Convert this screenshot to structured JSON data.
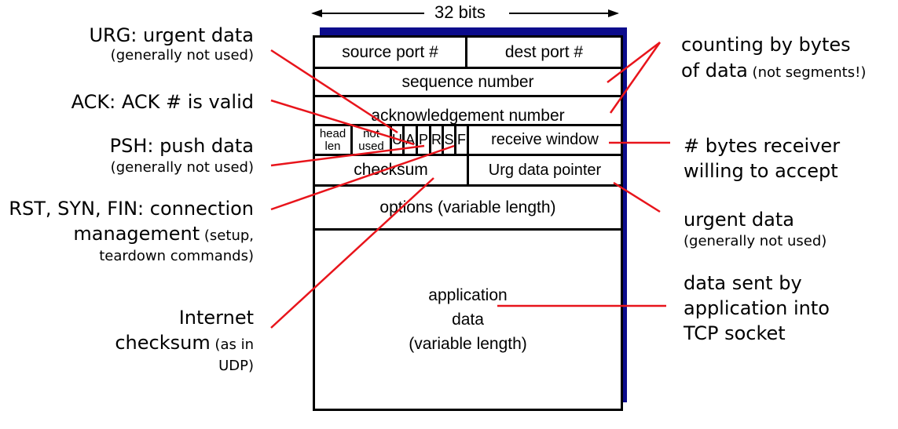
{
  "header": {
    "width_label": "32 bits"
  },
  "segment": {
    "source_port": "source port #",
    "dest_port": "dest port #",
    "sequence": "sequence number",
    "ack_number": "acknowledgement number",
    "head_len_1": "head",
    "head_len_2": "len",
    "not_used_1": "not",
    "not_used_2": "used",
    "flags": [
      "U",
      "A",
      "P",
      "R",
      "S",
      "F"
    ],
    "receive_window": "receive window",
    "checksum": "checksum",
    "urg_pointer": "Urg data pointer",
    "options": "options (variable length)",
    "app_data_1": "application",
    "app_data_2": "data",
    "app_data_3": "(variable length)"
  },
  "annotations": {
    "urg_title": "URG: urgent data",
    "urg_note": "(generally not used)",
    "ack": "ACK: ACK # is valid",
    "psh_title": "PSH: push data",
    "psh_note": "(generally not used)",
    "rst_1": "RST, SYN, FIN: connection",
    "rst_2": "management",
    "rst_2_note": " (setup,",
    "rst_3": "teardown commands)",
    "internet_1": "Internet",
    "internet_2": "checksum",
    "internet_2_note": " (as in",
    "internet_3": "UDP)",
    "counting_1": "counting by bytes",
    "counting_2": "of data",
    "counting_2_note": " (not segments!)",
    "bytes_1": "# bytes receiver",
    "bytes_2": "willing to accept",
    "urgent_1": "urgent data",
    "urgent_2": "(generally not used)",
    "datasent_1": "data sent by",
    "datasent_2": "application into",
    "datasent_3": "TCP socket"
  },
  "colors": {
    "pointer": "#e8141b",
    "shadow": "#0c0c8c"
  }
}
